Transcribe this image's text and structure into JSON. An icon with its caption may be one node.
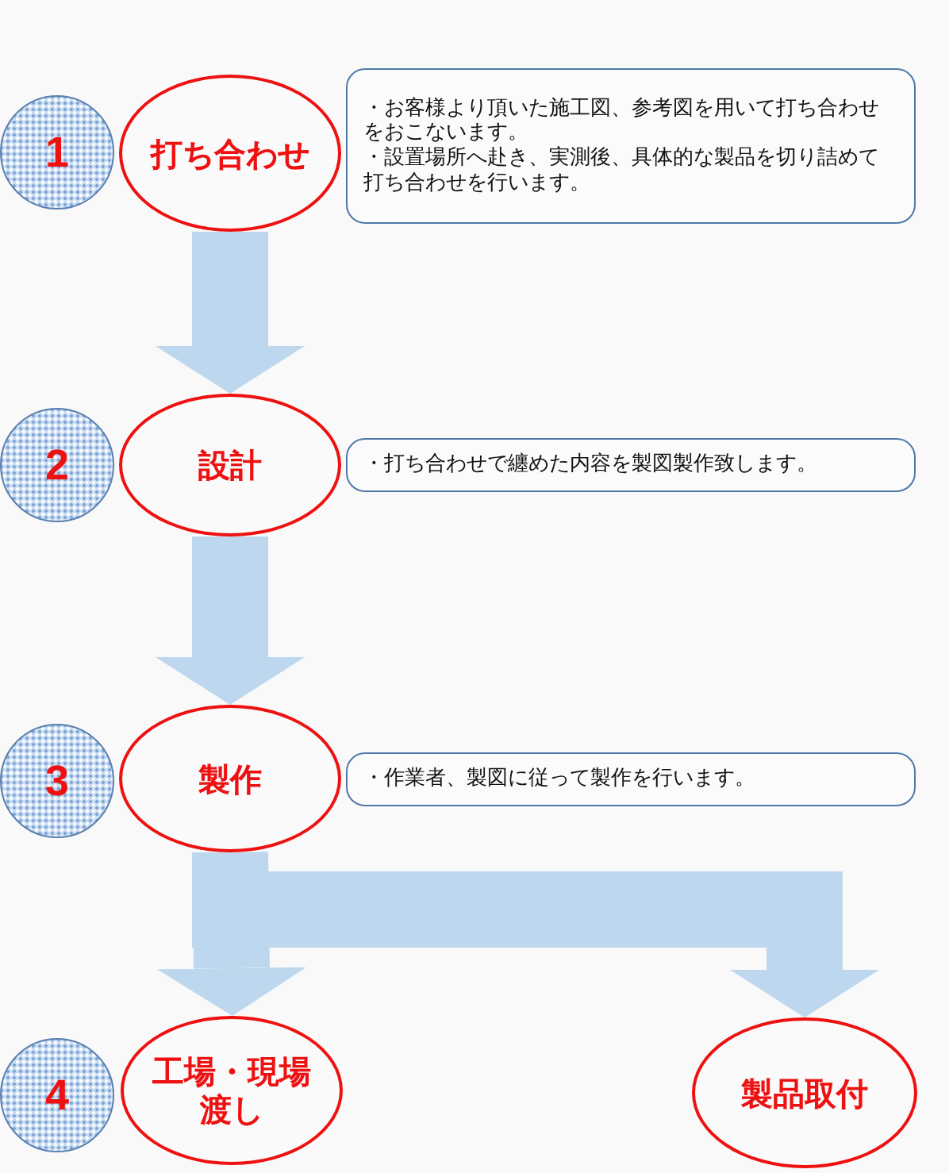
{
  "diagram": {
    "nodes": [
      {
        "text": [
          "1"
        ]
      },
      {
        "text": [
          "打ち合わせ"
        ]
      },
      {
        "text": [
          "・お客様より頂いた施工図、参考図を用いて打ち合わせをおこないます。",
          "・設置場所へ赴き、実測後、具体的な製品を切り詰めて打ち合わせを行います。"
        ]
      },
      {
        "text": [
          "2"
        ]
      },
      {
        "text": [
          "設計"
        ]
      },
      {
        "text": [
          "・打ち合わせで纏めた内容を製図製作致します。"
        ]
      },
      {
        "text": [
          "3"
        ]
      },
      {
        "text": [
          "製作"
        ]
      },
      {
        "text": [
          "・作業者、製図に従って製作を行います。"
        ]
      },
      {
        "text": [
          "4"
        ]
      },
      {
        "text": [
          "工場・現場渡し"
        ]
      },
      {
        "text": [
          "製品取付"
        ]
      }
    ],
    "edges": [
      {
        "from": 1,
        "to": 4,
        "arrow": "to"
      },
      {
        "from": 4,
        "to": 7,
        "arrow": "to"
      },
      {
        "from": 7,
        "to": 10,
        "arrow": "to"
      },
      {
        "from": 7,
        "to": 11,
        "arrow": "to"
      }
    ]
  }
}
